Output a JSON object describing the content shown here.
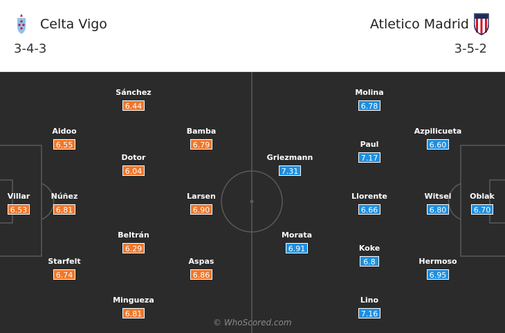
{
  "home": {
    "name": "Celta Vigo",
    "formation": "3-4-3",
    "color": "#f0772b",
    "crest_icon": "celta-vigo-crest-icon"
  },
  "away": {
    "name": "Atletico Madrid",
    "formation": "3-5-2",
    "color": "#1d8fe0",
    "crest_icon": "atletico-madrid-crest-icon"
  },
  "players": [
    {
      "name": "Villar",
      "rating": "6.53",
      "side": "home"
    },
    {
      "name": "Aidoo",
      "rating": "6.55",
      "side": "home"
    },
    {
      "name": "Núñez",
      "rating": "6.81",
      "side": "home"
    },
    {
      "name": "Starfelt",
      "rating": "6.74",
      "side": "home"
    },
    {
      "name": "Sánchez",
      "rating": "6.44",
      "side": "home"
    },
    {
      "name": "Dotor",
      "rating": "6.04",
      "side": "home"
    },
    {
      "name": "Beltrán",
      "rating": "6.29",
      "side": "home"
    },
    {
      "name": "Mingueza",
      "rating": "6.81",
      "side": "home"
    },
    {
      "name": "Bamba",
      "rating": "6.79",
      "side": "home"
    },
    {
      "name": "Larsen",
      "rating": "6.90",
      "side": "home"
    },
    {
      "name": "Aspas",
      "rating": "6.86",
      "side": "home"
    },
    {
      "name": "Oblak",
      "rating": "6.70",
      "side": "away"
    },
    {
      "name": "Azpilicueta",
      "rating": "6.60",
      "side": "away"
    },
    {
      "name": "Witsel",
      "rating": "6.80",
      "side": "away"
    },
    {
      "name": "Hermoso",
      "rating": "6.95",
      "side": "away"
    },
    {
      "name": "Molina",
      "rating": "6.78",
      "side": "away"
    },
    {
      "name": "Paul",
      "rating": "7.17",
      "side": "away"
    },
    {
      "name": "Llorente",
      "rating": "6.66",
      "side": "away"
    },
    {
      "name": "Koke",
      "rating": "6.8",
      "side": "away"
    },
    {
      "name": "Lino",
      "rating": "7.16",
      "side": "away"
    },
    {
      "name": "Griezmann",
      "rating": "7.31",
      "side": "away"
    },
    {
      "name": "Morata",
      "rating": "6.91",
      "side": "away"
    }
  ],
  "watermark": "© WhoScored.com"
}
